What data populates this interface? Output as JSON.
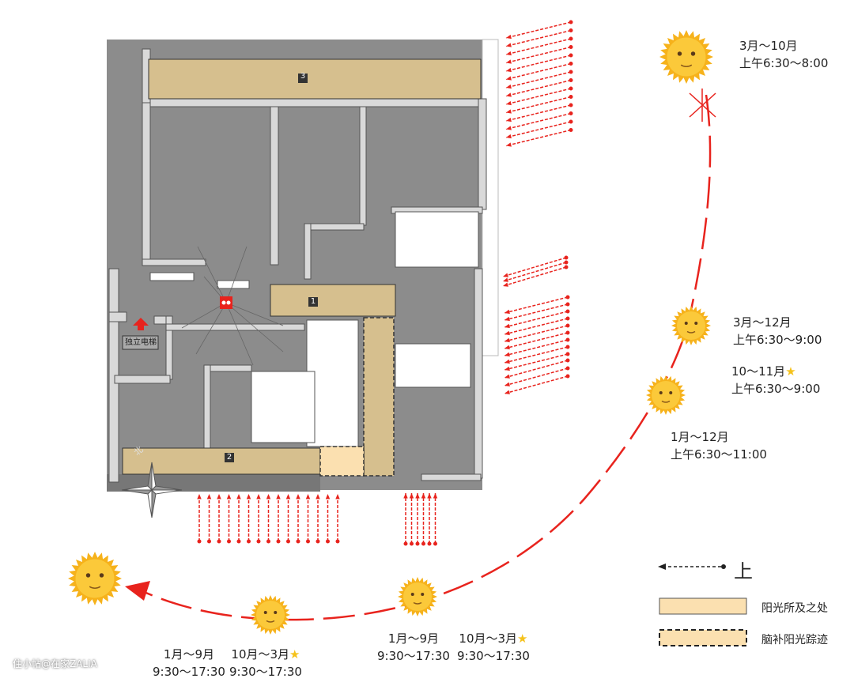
{
  "floorplan": {
    "zones": [
      "1",
      "2",
      "3"
    ],
    "elevator_label": "独立电梯",
    "compass_label": "北"
  },
  "sun_times": [
    {
      "months": "3月～10月",
      "time": "上午6:30～8:00"
    },
    {
      "months": "3月～12月",
      "time": "上午6:30～9:00"
    },
    {
      "months": "10～11月",
      "time": "上午6:30～9:00",
      "star": "★"
    },
    {
      "months": "1月～12月",
      "time": "上午6:30～11:00"
    },
    {
      "months": "1月～9月",
      "time": "9:30～17:30"
    },
    {
      "months": "10月～3月",
      "time": "9:30～17:30",
      "star": "★"
    },
    {
      "months": "1月～9月",
      "time": "9:30～17:30"
    },
    {
      "months": "10月～3月",
      "time": "9:30～17:30",
      "star": "★"
    }
  ],
  "legend": {
    "arrow_label": "上",
    "solid_label": "阳光所及之处",
    "dashed_label": "脑补阳光踪迹"
  },
  "watermark": "住小帖@在家ZALIA",
  "colors": {
    "sun_path": "#e8231d",
    "zone": "#d6bf8e",
    "legend_fill": "#fbe0b0",
    "wall": "#8c8c8c"
  }
}
